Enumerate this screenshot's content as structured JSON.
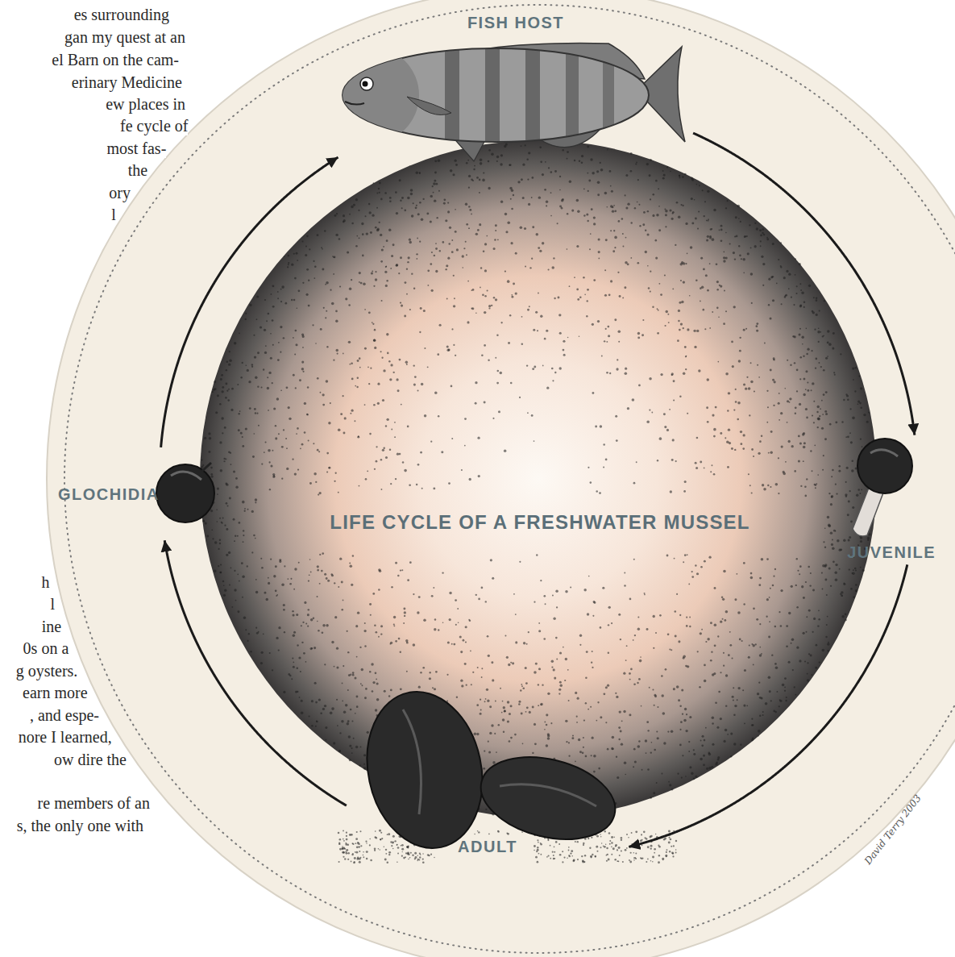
{
  "diagram": {
    "title": "LIFE CYCLE OF A FRESHWATER MUSSEL",
    "nodes": [
      {
        "text": [
          "FISH HOST"
        ]
      },
      {
        "text": [
          "GLOCHIDIA"
        ]
      },
      {
        "text": [
          "JUVENILE"
        ]
      },
      {
        "text": [
          "ADULT"
        ]
      }
    ],
    "edges": [
      {
        "from": 0,
        "to": 2,
        "arrow": "to"
      },
      {
        "from": 2,
        "to": 3,
        "arrow": "to"
      },
      {
        "from": 3,
        "to": 1,
        "arrow": "to"
      },
      {
        "from": 1,
        "to": 0,
        "arrow": "to"
      }
    ],
    "labels": [
      "es surrounding",
      "gan my quest at an",
      "el Barn on the cam-",
      "erinary Medicine",
      "ew places in",
      "fe cycle of",
      "most fas-",
      "the",
      "ory",
      "l",
      "h",
      "l",
      "ine",
      "0s on a",
      "g oysters.",
      "earn more",
      ", and espe-",
      "nore I learned,",
      "ow dire the",
      "re members of an",
      "s, the only one with",
      "David Terry 2003"
    ]
  }
}
